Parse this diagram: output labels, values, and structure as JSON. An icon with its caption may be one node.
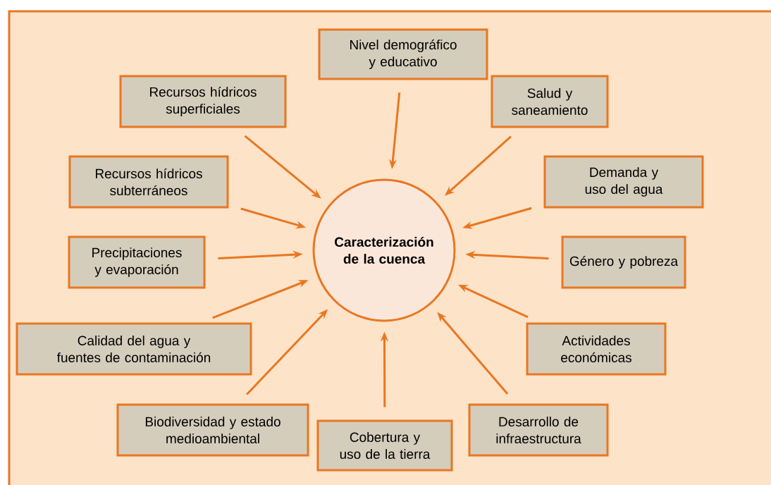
{
  "diagram": {
    "nodes": [
      {
        "text": [
          "Caracterización de la cuenca"
        ]
      },
      {
        "text": [
          "Nivel demográfico y educativo"
        ]
      },
      {
        "text": [
          "Recursos hídricos superficiales"
        ]
      },
      {
        "text": [
          "Salud y saneamiento"
        ]
      },
      {
        "text": [
          "Recursos hídricos subterráneos"
        ]
      },
      {
        "text": [
          "Demanda y uso del agua"
        ]
      },
      {
        "text": [
          "Precipitaciones y evaporación"
        ]
      },
      {
        "text": [
          "Género y pobreza"
        ]
      },
      {
        "text": [
          "Calidad del agua y fuentes de contaminación"
        ]
      },
      {
        "text": [
          "Actividades económicas"
        ]
      },
      {
        "text": [
          "Biodiversidad y estado medioambiental"
        ]
      },
      {
        "text": [
          "Desarrollo de infraestructura"
        ]
      },
      {
        "text": [
          "Cobertura y uso de la tierra"
        ]
      }
    ],
    "edges": [
      {
        "from": 1,
        "to": 0,
        "arrow": "to"
      },
      {
        "from": 2,
        "to": 0,
        "arrow": "to"
      },
      {
        "from": 3,
        "to": 0,
        "arrow": "to"
      },
      {
        "from": 4,
        "to": 0,
        "arrow": "to"
      },
      {
        "from": 5,
        "to": 0,
        "arrow": "to"
      },
      {
        "from": 6,
        "to": 0,
        "arrow": "to"
      },
      {
        "from": 7,
        "to": 0,
        "arrow": "to"
      },
      {
        "from": 8,
        "to": 0,
        "arrow": "to"
      },
      {
        "from": 9,
        "to": 0,
        "arrow": "to"
      },
      {
        "from": 10,
        "to": 0,
        "arrow": "to"
      },
      {
        "from": 11,
        "to": 0,
        "arrow": "to"
      },
      {
        "from": 12,
        "to": 0,
        "arrow": "to"
      }
    ]
  }
}
